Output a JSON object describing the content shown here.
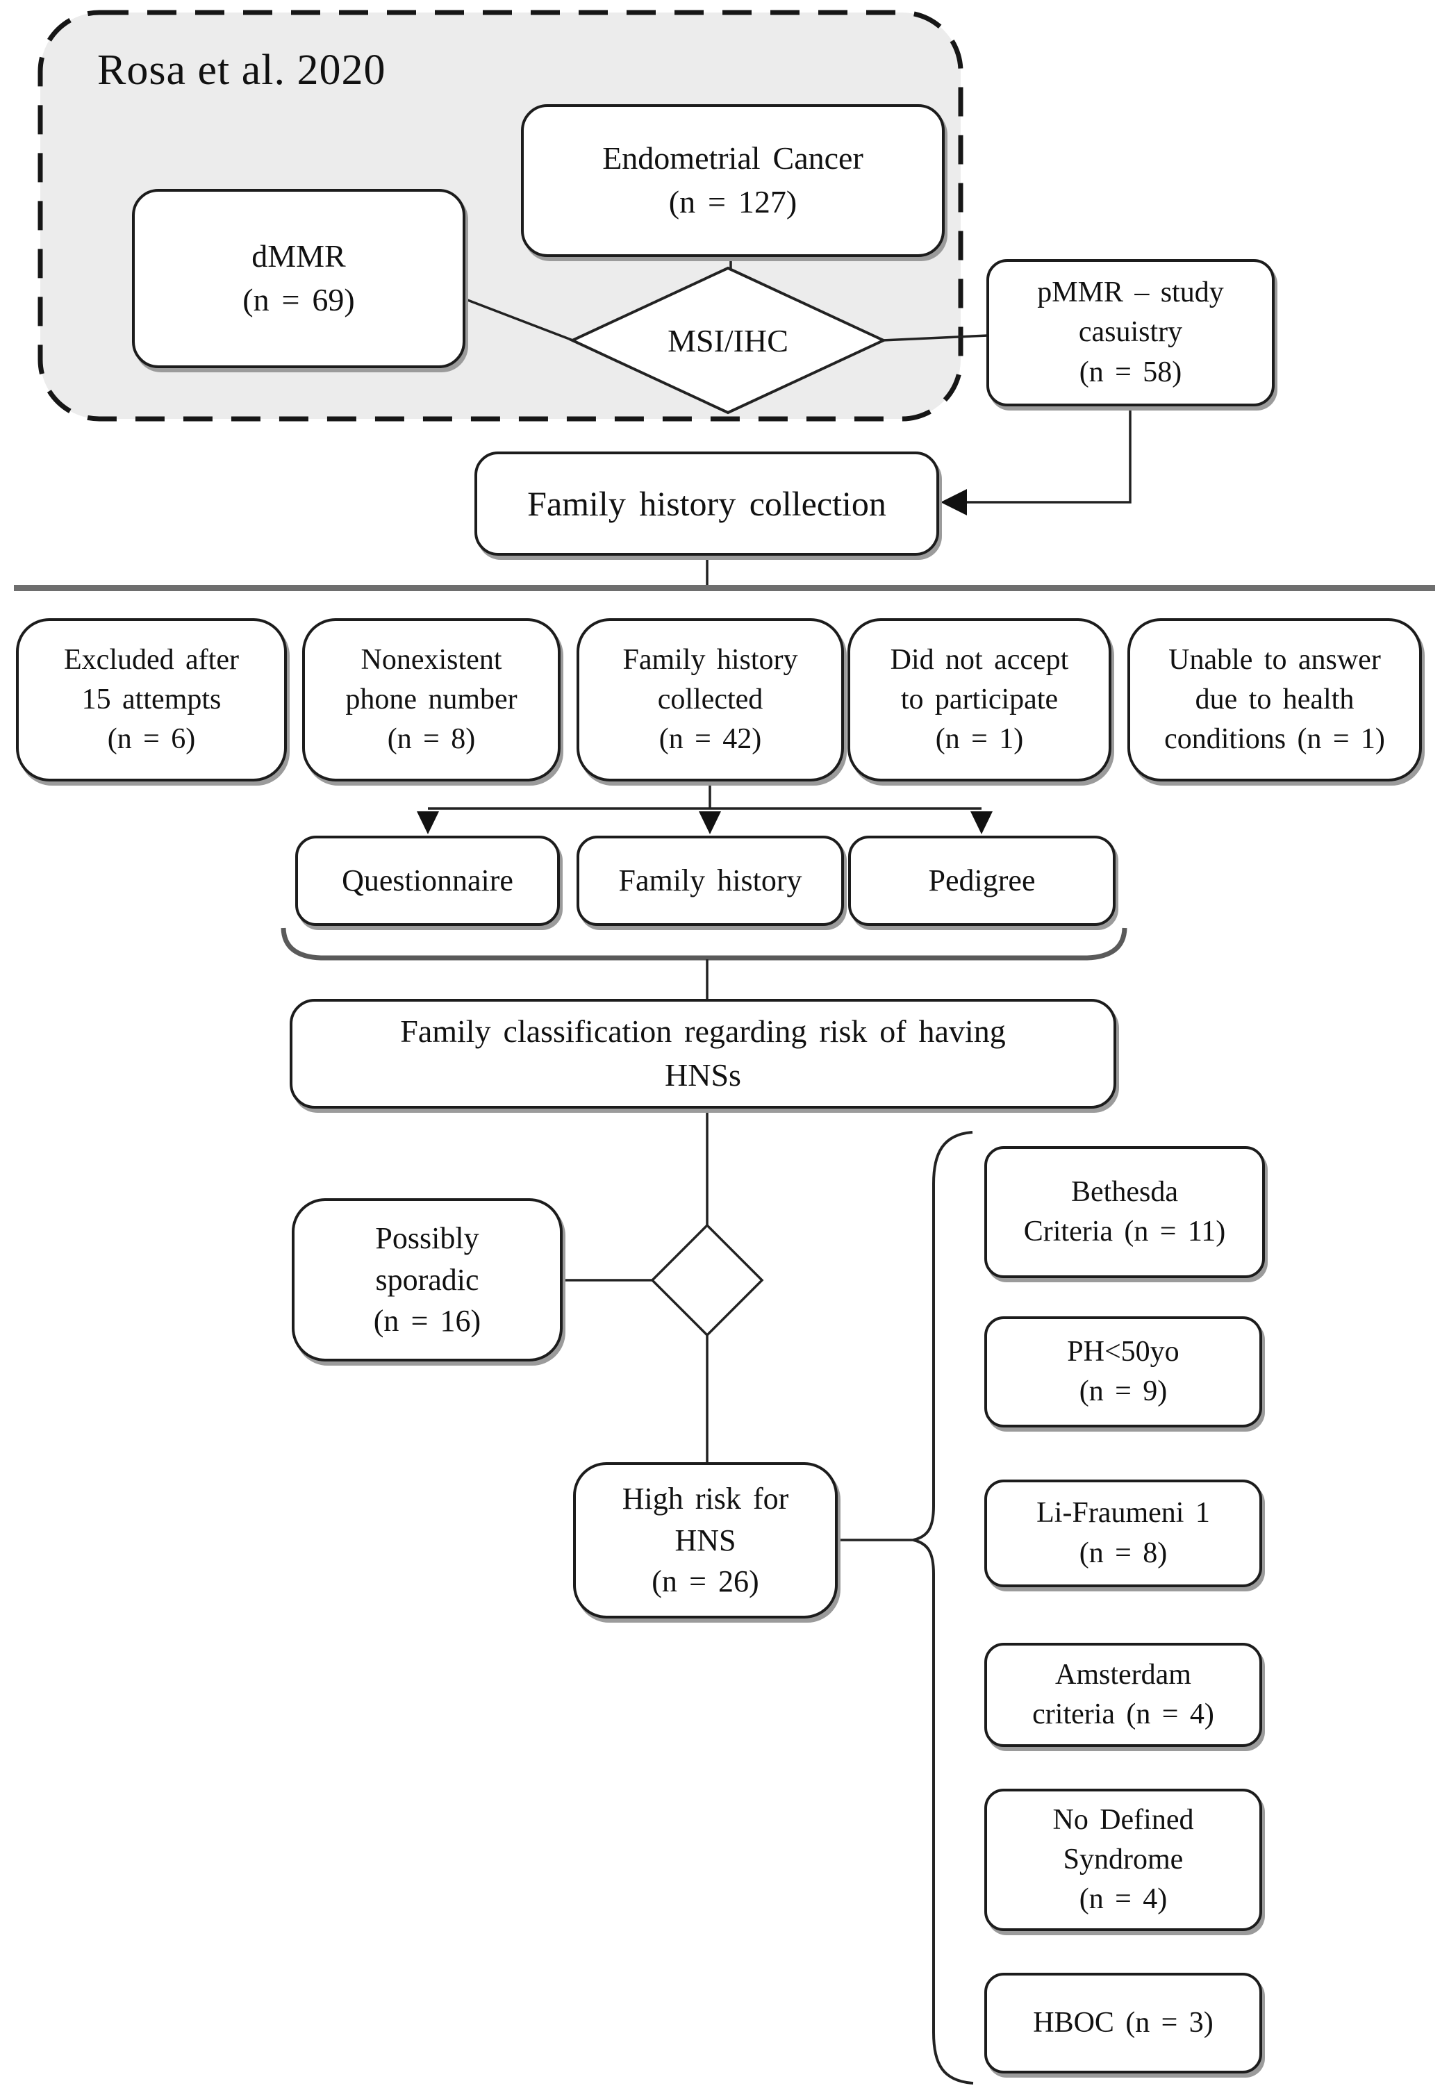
{
  "title": "Rosa et al. 2020",
  "colors": {
    "panel_fill": "#ececec",
    "box_fill": "#ffffff",
    "box_border": "#1c1c1c",
    "line": "#222222",
    "shadow": "#9b9b9b",
    "distribution_bar": "#6e6e6e"
  },
  "nodes": {
    "endometrial_cancer": {
      "line1": "Endometrial Cancer",
      "line2": "(n = 127)"
    },
    "dmmr": {
      "line1": "dMMR",
      "line2": "(n = 69)"
    },
    "msi_ihc": {
      "label": "MSI/IHC"
    },
    "pmmr": {
      "line1": "pMMR – study",
      "line2": "casuistry",
      "line3": "(n = 58)"
    },
    "family_history_collection": {
      "label": "Family history collection"
    },
    "excluded_after_attempts": {
      "line1": "Excluded after",
      "line2": "15 attempts",
      "line3": "(n = 6)"
    },
    "nonexistent_phone": {
      "line1": "Nonexistent",
      "line2": "phone number",
      "line3": "(n = 8)"
    },
    "family_history_collected": {
      "line1": "Family history",
      "line2": "collected",
      "line3": "(n = 42)"
    },
    "did_not_accept": {
      "line1": "Did not accept",
      "line2": "to participate",
      "line3": "(n = 1)"
    },
    "unable_to_answer": {
      "line1": "Unable to answer",
      "line2": "due to health",
      "line3": "conditions (n = 1)"
    },
    "questionnaire": {
      "label": "Questionnaire"
    },
    "family_history": {
      "label": "Family history"
    },
    "pedigree": {
      "label": "Pedigree"
    },
    "family_classification": {
      "line1": "Family classification regarding risk of having",
      "line2": "HNSs"
    },
    "possibly_sporadic": {
      "line1": "Possibly",
      "line2": "sporadic",
      "line3": "(n = 16)"
    },
    "high_risk": {
      "line1": "High risk for",
      "line2": "HNS",
      "line3": "(n = 26)"
    },
    "bethesda": {
      "line1": "Bethesda",
      "line2": "Criteria (n = 11)"
    },
    "ph_under_50": {
      "line1": "PH<50yo",
      "line2": "(n = 9)"
    },
    "li_fraumeni": {
      "line1": "Li-Fraumeni 1",
      "line2": "(n = 8)"
    },
    "amsterdam": {
      "line1": "Amsterdam",
      "line2": "criteria (n = 4)"
    },
    "no_defined_syndrome": {
      "line1": "No Defined",
      "line2": "Syndrome",
      "line3": "(n = 4)"
    },
    "hboc": {
      "label": "HBOC (n = 3)"
    }
  }
}
